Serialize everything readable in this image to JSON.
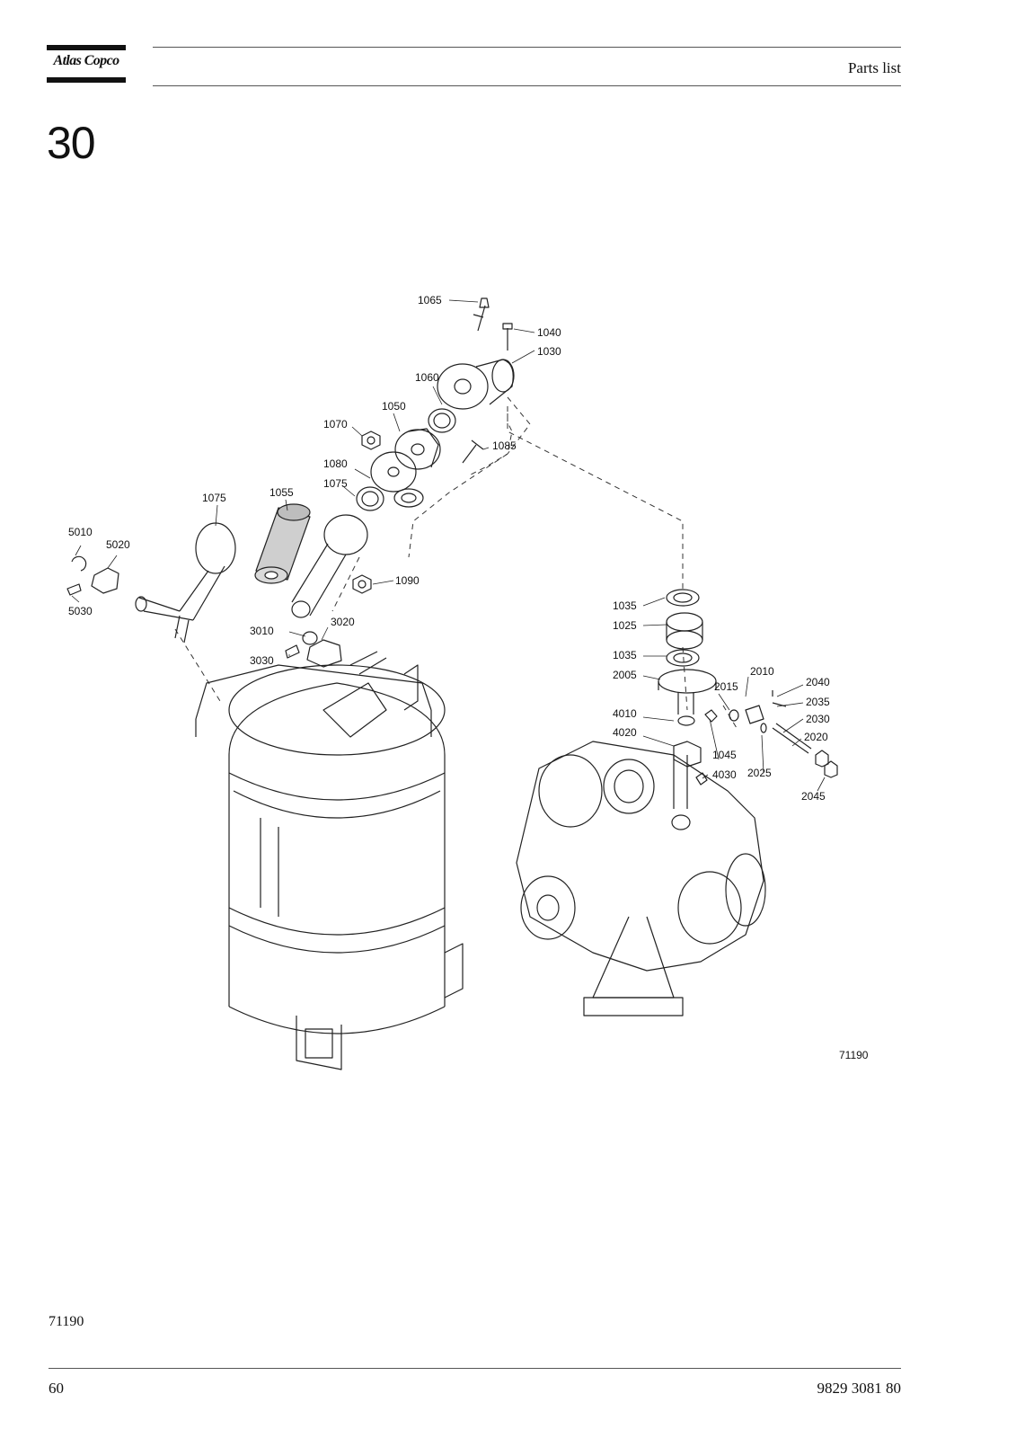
{
  "header": {
    "brand": "Atlas Copco",
    "title": "Parts list"
  },
  "section_number": "30",
  "drawing": {
    "figure_id": "71190",
    "callouts": [
      "1065",
      "1040",
      "1030",
      "1060",
      "1050",
      "1070",
      "1085",
      "1080",
      "1075",
      "1055",
      "1075",
      "5010",
      "5020",
      "5030",
      "1090",
      "3010",
      "3020",
      "3030",
      "1035",
      "1025",
      "1035",
      "2005",
      "2010",
      "2015",
      "2040",
      "2035",
      "2030",
      "2020",
      "4010",
      "4020",
      "1045",
      "4030",
      "2025",
      "2045"
    ]
  },
  "footer": {
    "illustration_ref": "71190",
    "page_number": "60",
    "document_number": "9829 3081 80"
  }
}
